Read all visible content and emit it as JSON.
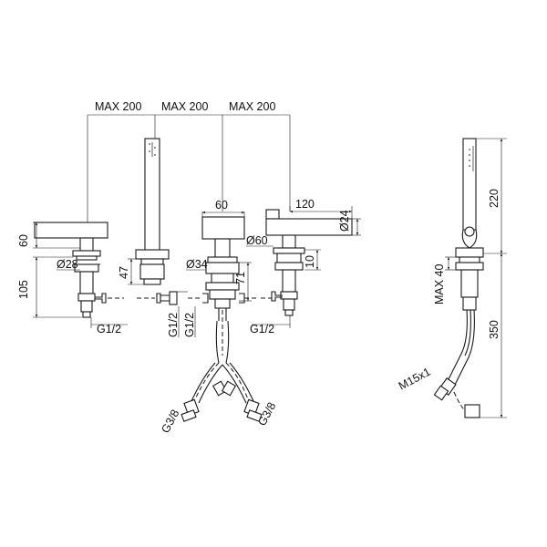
{
  "dimensions": {
    "spacing_top": [
      "MAX 200",
      "MAX 200",
      "MAX 200"
    ],
    "left_handle": {
      "height": "60",
      "diameter": "Ø28",
      "body_height": "105",
      "thread": "G1/2"
    },
    "hand_shower": {
      "height": "47"
    },
    "spout": {
      "width": "60",
      "diameter_base": "Ø34",
      "depth": "71",
      "thread_a": "G1/2",
      "thread_b": "G1/2",
      "hose_left": "G3/8",
      "hose_right": "G3/8"
    },
    "right_handle": {
      "width": "120",
      "diameter": "Ø24",
      "base_diameter": "Ø60",
      "collar": "10",
      "thread": "G1/2"
    },
    "side_view": {
      "top_height": "220",
      "deck_max": "MAX 40",
      "hose_length": "350",
      "hose_thread": "M15x1"
    }
  }
}
